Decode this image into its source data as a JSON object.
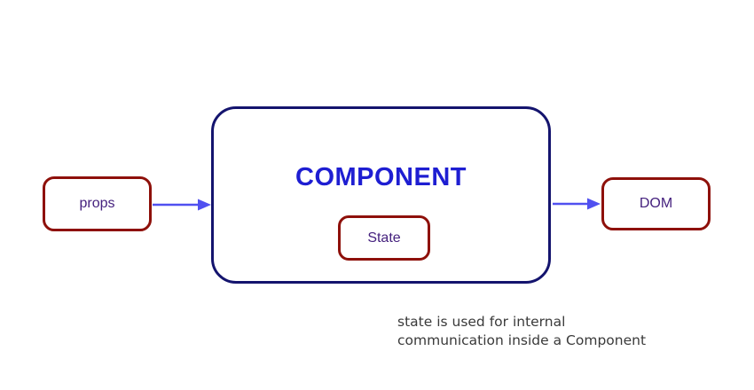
{
  "diagram": {
    "title": "COMPONENT",
    "boxes": {
      "props": {
        "label": "props"
      },
      "state": {
        "label": "State"
      },
      "dom": {
        "label": "DOM"
      }
    },
    "arrows": [
      {
        "name": "props-to-component",
        "from": "props",
        "to": "COMPONENT"
      },
      {
        "name": "component-to-dom",
        "from": "COMPONENT",
        "to": "DOM"
      }
    ],
    "caption": {
      "line1": "state is used for internal",
      "line2": "communication inside a Component"
    },
    "colors": {
      "component_border": "#14146E",
      "small_box_border": "#8E100A",
      "arrow": "#5050F0",
      "title_text": "#1E1ED2",
      "label_text": "#45217E",
      "caption_text": "#3A3A3A",
      "background": "#FFFFFF"
    }
  }
}
